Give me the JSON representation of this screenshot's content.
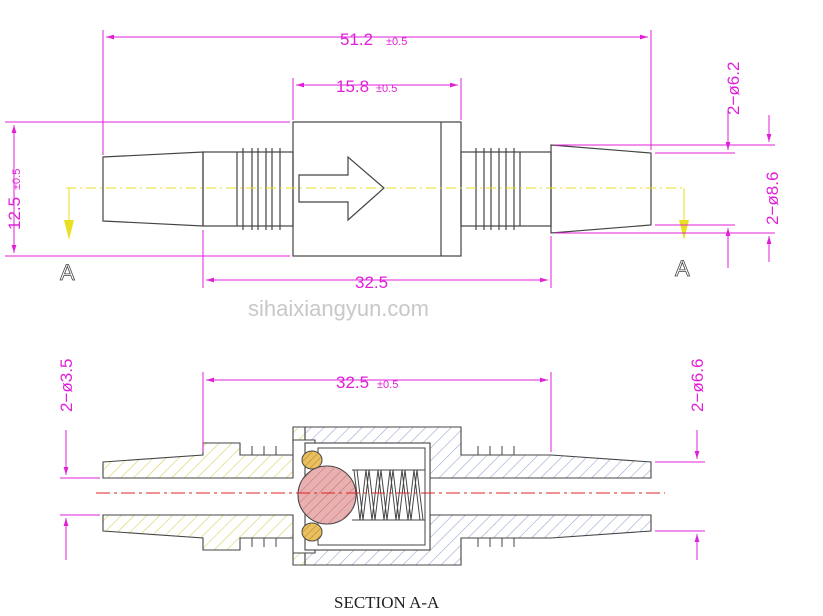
{
  "dimensions": {
    "top_overall": {
      "value": "51.2",
      "tol": "±0.5"
    },
    "top_body": {
      "value": "15.8",
      "tol": "±0.5"
    },
    "top_between": {
      "value": "32.5"
    },
    "left_height": {
      "value": "12.5",
      "tol": "±0.5"
    },
    "right_dia_outer": "2−ø6.2",
    "right_dia_barb": "2−ø8.6",
    "bottom_between": {
      "value": "32.5",
      "tol": "±0.5"
    },
    "bottom_left_dia": "2−ø3.5",
    "bottom_right_dia": "2−ø6.6"
  },
  "section_marks": {
    "left": "A",
    "right": "A"
  },
  "section_title": "SECTION A-A",
  "watermark": "sihaixiangyun.com",
  "colors": {
    "dimension": "#e020d8",
    "outline": "#444444",
    "centerline_top": "#e8e020",
    "centerline_bottom": "#e02020",
    "hatch_left": "#d8d060",
    "hatch_right": "#9aa8d0",
    "ball": "#e8b0b0",
    "seal": "#e8c060"
  }
}
